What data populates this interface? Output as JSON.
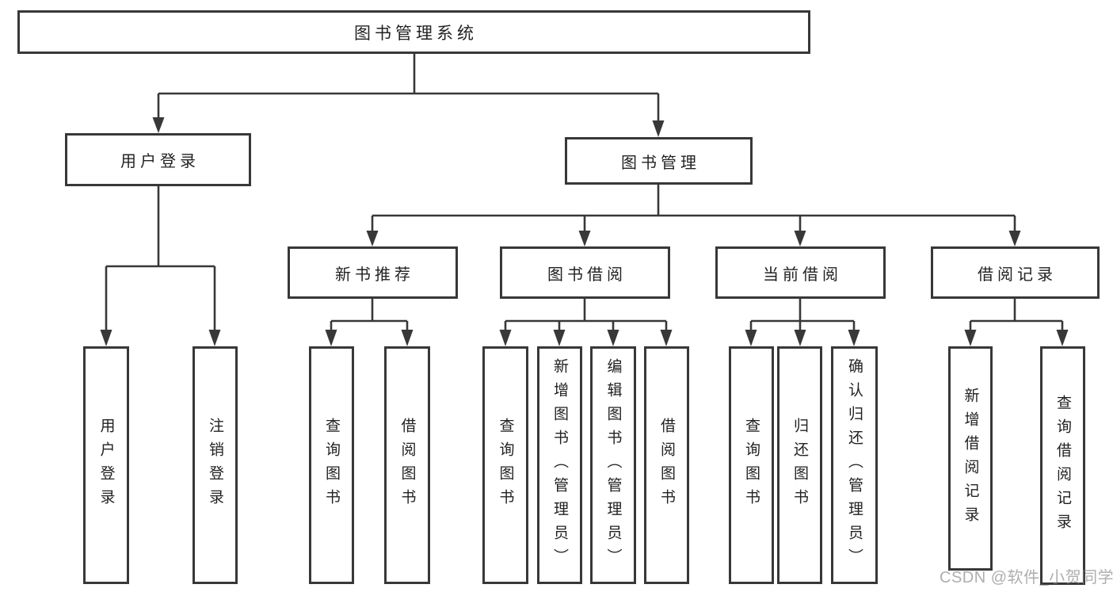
{
  "colors": {
    "background": "#ffffff",
    "line": "#383838",
    "box_border": "#383838",
    "box_fill": "#ffffff",
    "text": "#222222",
    "watermark_text": "#7d7d7d"
  },
  "watermark": "CSDN @软件_小贺同学",
  "tree": {
    "label": "图书管理系统",
    "children": [
      {
        "label": "用户登录",
        "children": [
          {
            "label": "用户登录"
          },
          {
            "label": "注销登录"
          }
        ]
      },
      {
        "label": "图书管理",
        "children": [
          {
            "label": "新书推荐",
            "children": [
              {
                "label": "查询图书"
              },
              {
                "label": "借阅图书"
              }
            ]
          },
          {
            "label": "图书借阅",
            "children": [
              {
                "label": "查询图书"
              },
              {
                "label": "新增图书（管理员）"
              },
              {
                "label": "编辑图书（管理员）"
              },
              {
                "label": "借阅图书"
              }
            ]
          },
          {
            "label": "当前借阅",
            "children": [
              {
                "label": "查询图书"
              },
              {
                "label": "归还图书"
              },
              {
                "label": "确认归还（管理员）"
              }
            ]
          },
          {
            "label": "借阅记录",
            "children": [
              {
                "label": "新增借阅记录"
              },
              {
                "label": "查询借阅记录"
              }
            ]
          }
        ]
      }
    ]
  }
}
